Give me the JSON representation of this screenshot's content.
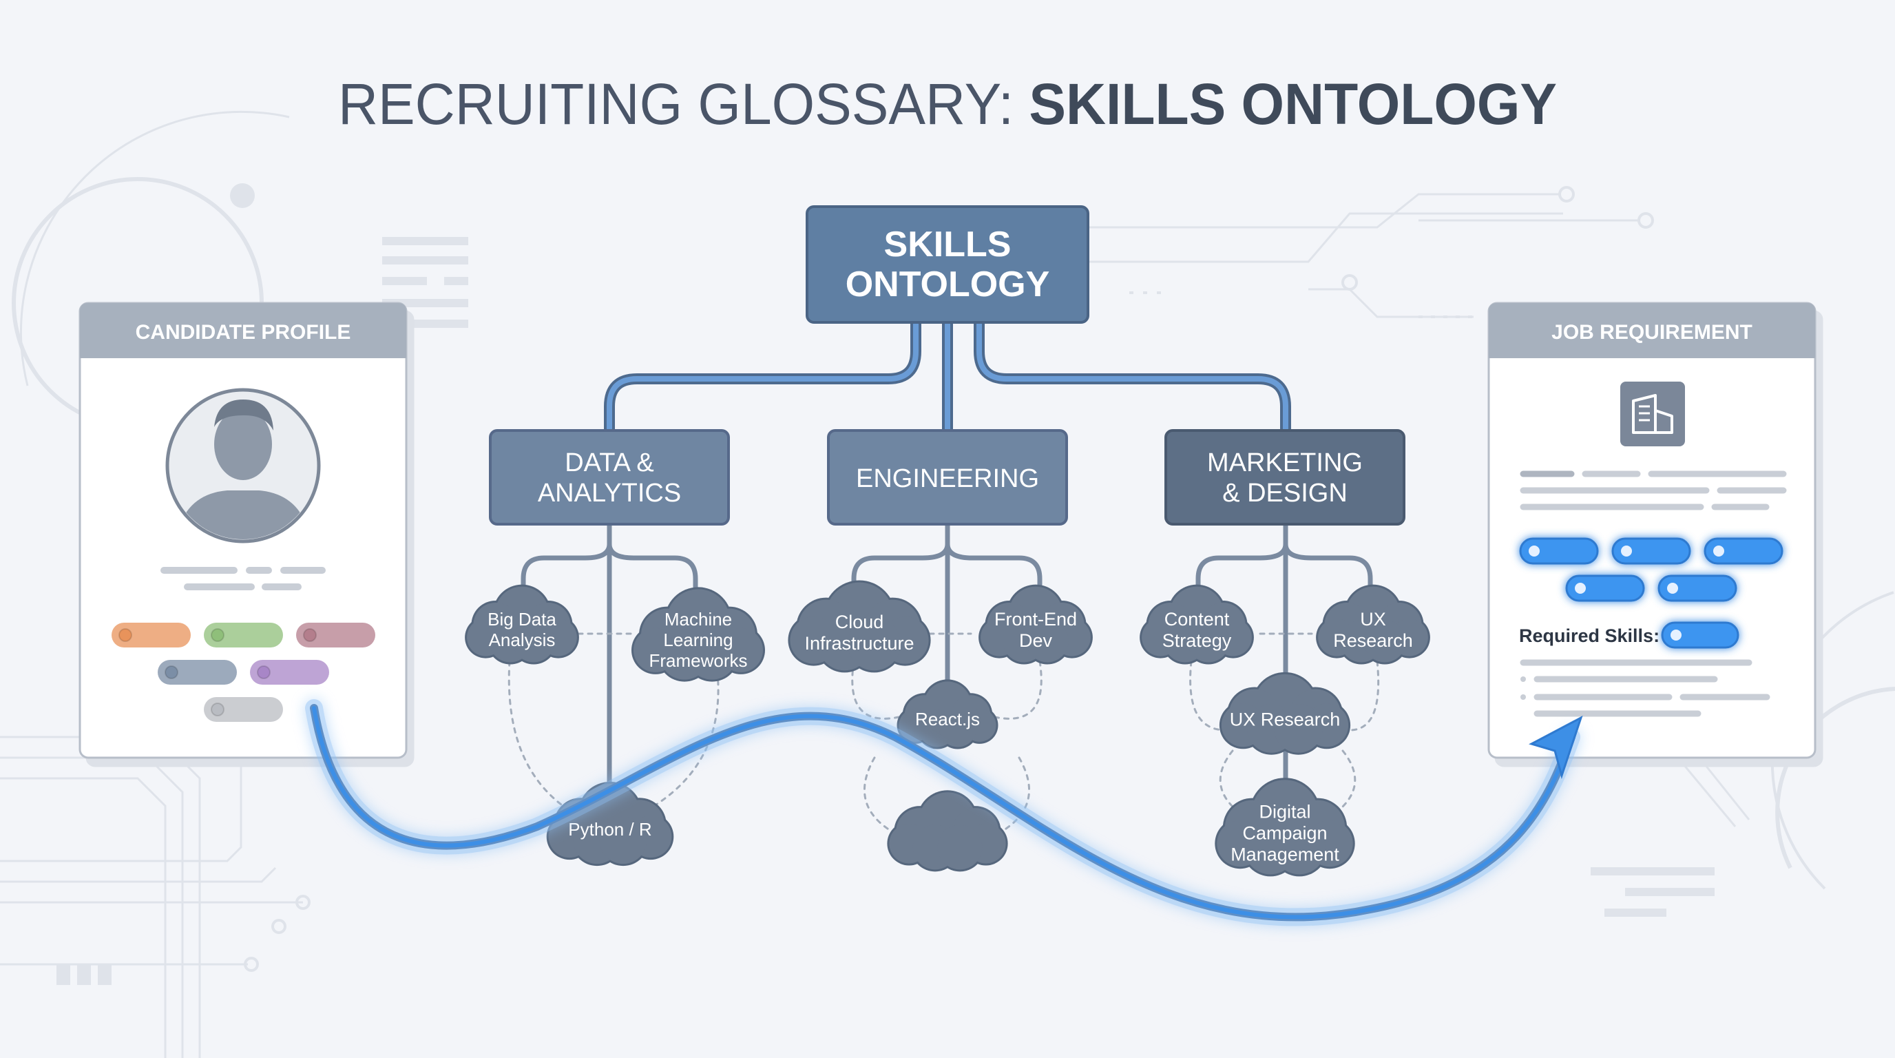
{
  "title": {
    "light": "RECRUITING GLOSSARY: ",
    "bold": "SKILLS ONTOLOGY"
  },
  "root": {
    "lines": [
      "SKILLS",
      "ONTOLOGY"
    ]
  },
  "candidate_card": {
    "header": "CANDIDATE PROFILE"
  },
  "job_card": {
    "header": "JOB REQUIREMENT",
    "required_label": "Required Skills:"
  },
  "categories": [
    {
      "id": "data",
      "lines": [
        "DATA &",
        "ANALYTICS"
      ]
    },
    {
      "id": "engineering",
      "lines": [
        "ENGINEERING"
      ]
    },
    {
      "id": "marketing",
      "lines": [
        "MARKETING",
        "& DESIGN"
      ]
    }
  ],
  "skill_clouds": {
    "big_data": [
      "Big Data",
      "Analysis"
    ],
    "machine_learning": [
      "Machine",
      "Learning",
      "Frameworks"
    ],
    "python_r": [
      "Python / R"
    ],
    "cloud_infra": [
      "Cloud",
      "Infrastructure"
    ],
    "front_end": [
      "Front-End",
      "Dev"
    ],
    "react": [
      "React.js"
    ],
    "content_strategy": [
      "Content",
      "Strategy"
    ],
    "ux_research_top": [
      "UX",
      "Research"
    ],
    "ux_research_mid": [
      "UX Research"
    ],
    "digital_campaign": [
      "Digital",
      "Campaign",
      "Management"
    ]
  },
  "colors": {
    "background": "#f3f5f9",
    "node_fill": "#6f86a2",
    "node_fill_dark": "#5d6f86",
    "root_fill": "#5f7fa3",
    "connector_blue": "#6a9cd6",
    "connector_gray": "#7a8aa0",
    "match_blue": "#3d8fe6",
    "pill_blue": "#3d95f0",
    "title_text": "#4a5568",
    "card_header": "#a7b1be"
  },
  "candidate_skill_pills": [
    {
      "color": "#e8935b"
    },
    {
      "color": "#8fbf7a"
    },
    {
      "color": "#b47e8c"
    },
    {
      "color": "#7b8ea6"
    },
    {
      "color": "#a886c7"
    },
    {
      "color": "#b9bcc2"
    }
  ]
}
